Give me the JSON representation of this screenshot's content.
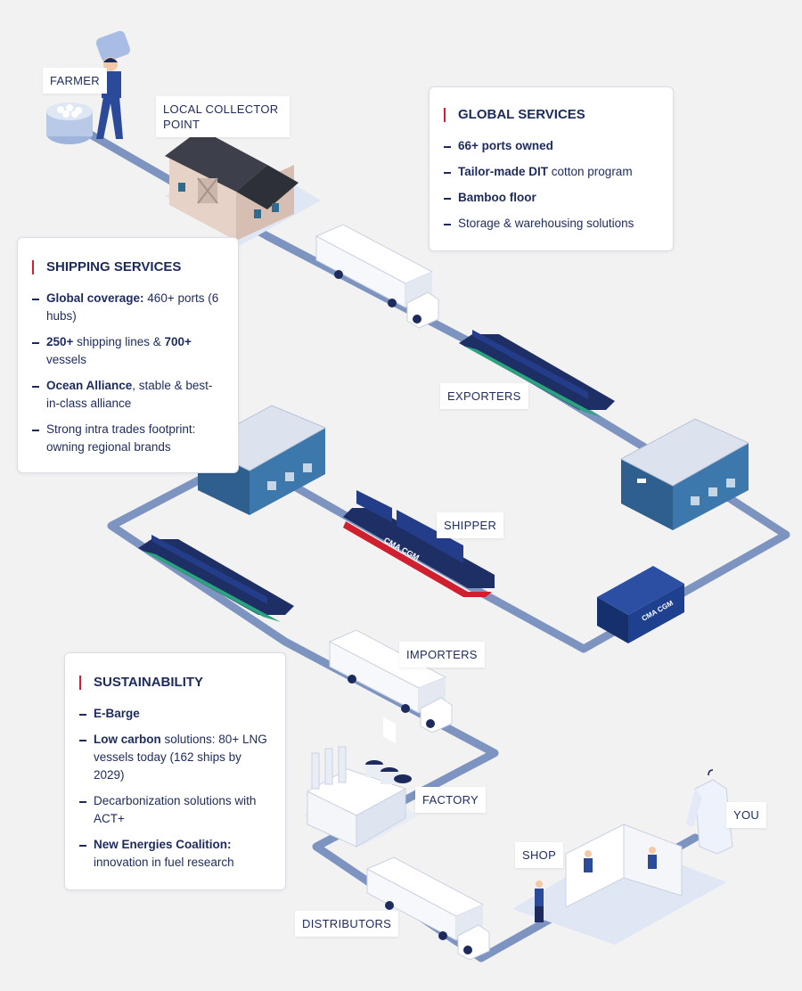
{
  "labels": {
    "farmer": "FARMER",
    "collector": "LOCAL COLLECTOR POINT",
    "exporters": "EXPORTERS",
    "shipper": "SHIPPER",
    "importers": "IMPORTERS",
    "factory": "FACTORY",
    "shop": "SHOP",
    "you": "YOU",
    "distributors": "DISTRIBUTORS",
    "container_brand": "CMA CGM",
    "ship_brand": "CMA CGM"
  },
  "global_services": {
    "title": "GLOBAL SERVICES",
    "items": [
      {
        "bold": "66+ ports owned",
        "text": ""
      },
      {
        "bold": "Tailor-made DIT",
        "text": " cotton program"
      },
      {
        "bold": "Bamboo floor",
        "text": ""
      },
      {
        "bold": "",
        "text": "Storage & warehousing solutions"
      }
    ]
  },
  "shipping_services": {
    "title": "SHIPPING SERVICES",
    "items": [
      {
        "bold": "Global coverage:",
        "text": " 460+ ports (6 hubs)"
      },
      {
        "bold": "250+",
        "text": " shipping lines & ",
        "bold2": "700+",
        "text2": " vessels"
      },
      {
        "bold": "Ocean Alliance",
        "text": ", stable  & best-in-class alliance"
      },
      {
        "bold": "",
        "text": "Strong intra trades footprint: owning regional brands"
      }
    ]
  },
  "sustainability": {
    "title": "SUSTAINABILITY",
    "items": [
      {
        "bold": "E-Barge",
        "text": ""
      },
      {
        "bold": "Low carbon",
        "text": " solutions: 80+ LNG vessels today  (162 ships by 2029)"
      },
      {
        "bold": "",
        "text": "Decarbonization solutions with ACT+"
      },
      {
        "bold": "New Energies Coalition:",
        "text": " innovation in fuel research"
      }
    ]
  },
  "colors": {
    "path": "#7d93c0",
    "navy": "#1c2b5c",
    "accent_red": "#d0202f",
    "warehouse_blue": "#2f5f8f",
    "container_blue": "#1f3f8f"
  }
}
